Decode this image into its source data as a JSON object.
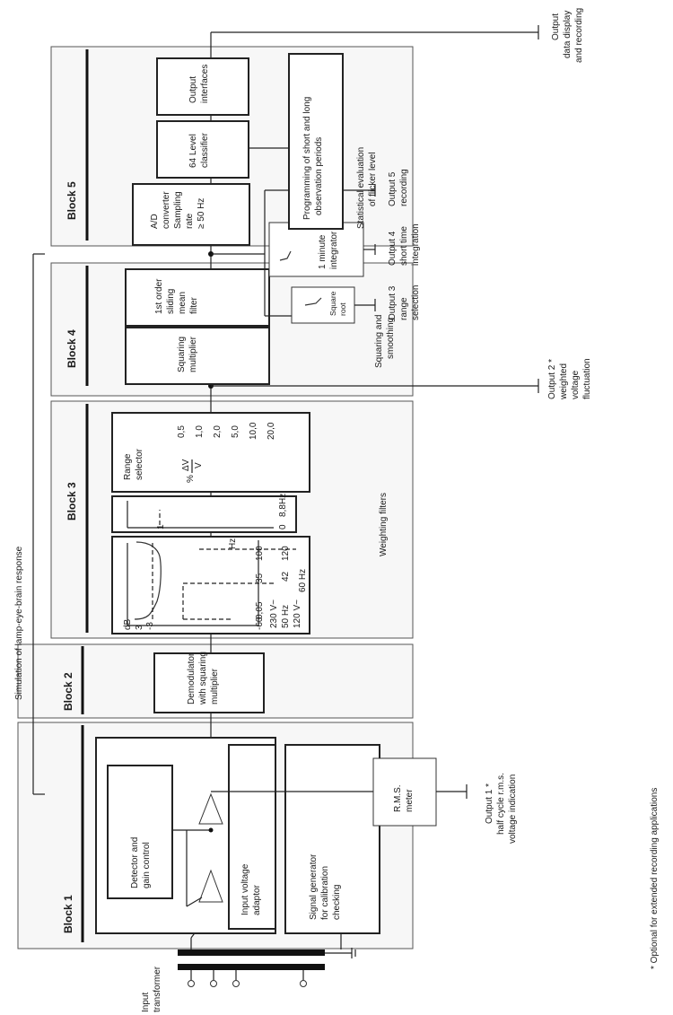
{
  "blocks": [
    {
      "title": "Block 1"
    },
    {
      "title": "Block 2"
    },
    {
      "title": "Block 3"
    },
    {
      "title": "Block 4"
    },
    {
      "title": "Block 5"
    }
  ],
  "input": {
    "label_line1": "Input",
    "label_line2": "transformer"
  },
  "block1": {
    "detector": [
      "Detector and",
      "gain control"
    ],
    "adaptor": [
      "Input voltage",
      "adaptor"
    ],
    "signal_gen": [
      "Signal generator",
      "for calibration",
      "checking"
    ]
  },
  "block2": {
    "demodulator": [
      "Demodulator",
      "with squaring",
      "multiplier"
    ]
  },
  "block3": {
    "caption": "Weighting filters",
    "filter1": {
      "db": "dB",
      "y3": "3",
      "ym3": "-3",
      "ym60": "-60",
      "f1": "0,05",
      "f2": "35",
      "f3": "100",
      "f4": "42",
      "f5": "120",
      "hz": "Hz",
      "row1a": "230 V~",
      "row1b": "50 Hz",
      "row2a": "120 V~",
      "row2b": "60 Hz"
    },
    "filter2": {
      "one": "1",
      "zero": "0",
      "freq": "8,8",
      "hz": "Hz"
    },
    "range_selector": {
      "title": [
        "Range",
        "selector"
      ],
      "formula_pct": "%",
      "formula_num": "ΔV",
      "formula_den": "V",
      "values": [
        "0,5",
        "1,0",
        "2,0",
        "5,0",
        "10,0",
        "20,0"
      ]
    }
  },
  "block4": {
    "caption": [
      "Squaring and",
      "smoothing"
    ],
    "squaring": [
      "Squaring",
      "multiplier"
    ],
    "sliding": [
      "1st order",
      "sliding",
      "mean",
      "filter"
    ]
  },
  "block5": {
    "caption": [
      "Statistical evaluation",
      "of flicker level"
    ],
    "ad": [
      "A/D",
      "converter",
      "Sampling",
      "rate",
      "≥ 50 Hz"
    ],
    "classifier": [
      "64 Level",
      "classifier"
    ],
    "interfaces": [
      "Output",
      "interfaces"
    ],
    "programming": [
      "Programming of short and long",
      "observation periods"
    ]
  },
  "side_units": {
    "square_root": [
      "Square",
      "root"
    ],
    "integrator": [
      "1 minute",
      "integrator"
    ],
    "rms": [
      "R.M.S.",
      "meter"
    ]
  },
  "outputs": {
    "out1": [
      "Output 1 *",
      "half cycle r.m.s.",
      "voltage indication"
    ],
    "out2": [
      "Output 2 *",
      "weighted",
      "voltage",
      "fluctuation"
    ],
    "out3": [
      "Output 3",
      "range",
      "selection"
    ],
    "out4": [
      "Output 4",
      "short time",
      "integration"
    ],
    "out5": [
      "Output 5",
      "recording"
    ],
    "data": [
      "Output",
      "data display",
      "and recording"
    ]
  },
  "simulation": "Simulation of lamp-eye-brain response",
  "footnote": "* Optional for extended recording applications"
}
